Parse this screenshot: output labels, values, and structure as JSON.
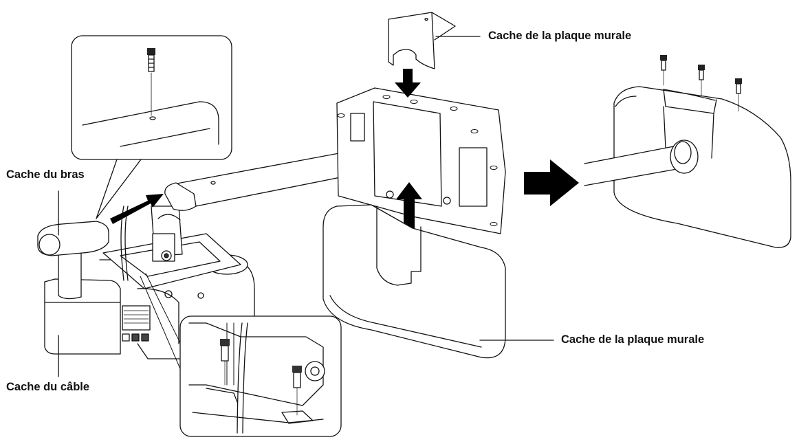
{
  "labels": {
    "wall_plate_cover_top": "Cache de la plaque murale",
    "wall_plate_cover_bottom": "Cache de la plaque murale",
    "arm_cover": "Cache du bras",
    "cable_cover": "Cache du câble"
  },
  "colors": {
    "line": "#111111",
    "fill": "#ffffff",
    "arrow": "#000000"
  }
}
